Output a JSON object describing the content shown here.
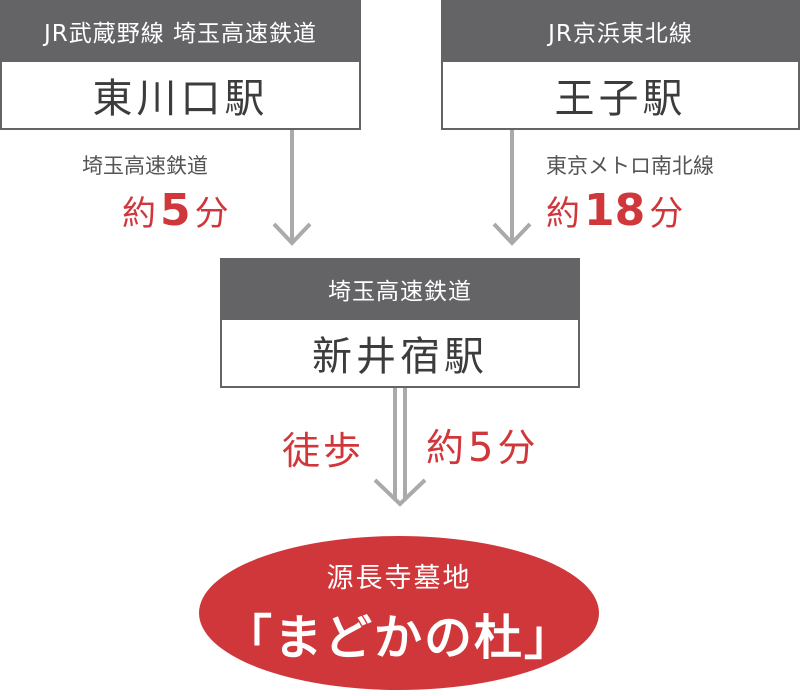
{
  "stations": {
    "higashi_kawaguchi": {
      "line": "JR武蔵野線 埼玉高速鉄道",
      "name": "東川口駅"
    },
    "oji": {
      "line": "JR京浜東北線",
      "name": "王子駅"
    },
    "araijuku": {
      "line": "埼玉高速鉄道",
      "name": "新井宿駅"
    }
  },
  "routes": {
    "from_higashi_kawaguchi": {
      "line": "埼玉高速鉄道",
      "prefix": "約",
      "minutes": "5",
      "unit": "分"
    },
    "from_oji": {
      "line": "東京メトロ南北線",
      "prefix": "約",
      "minutes": "18",
      "unit": "分"
    },
    "walk": {
      "mode": "徒歩",
      "prefix": "約",
      "minutes": "5",
      "unit": "分"
    }
  },
  "destination": {
    "subtitle": "源長寺墓地",
    "name": "「まどかの杜」"
  },
  "colors": {
    "header_gray": "#646466",
    "accent_red": "#d0373a",
    "arrow_gray": "#aaaaaa"
  }
}
